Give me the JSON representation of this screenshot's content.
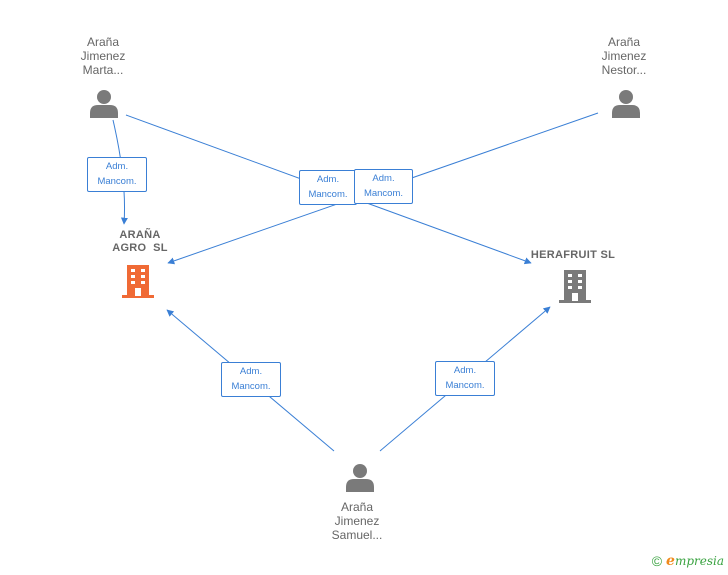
{
  "persons": [
    {
      "id": "marta",
      "lines": [
        "Araña",
        "Jimenez",
        "Marta..."
      ]
    },
    {
      "id": "nestor",
      "lines": [
        "Araña",
        "Jimenez",
        "Nestor..."
      ]
    },
    {
      "id": "samuel",
      "lines": [
        "Araña",
        "Jimenez",
        "Samuel..."
      ]
    }
  ],
  "companies": [
    {
      "id": "arana",
      "lines": [
        "ARAÑA",
        "AGRO  SL"
      ],
      "color": "#f06a35"
    },
    {
      "id": "herafruit",
      "lines": [
        "HERAFRUIT SL"
      ],
      "color": "#7a7a7a"
    }
  ],
  "relations": [
    {
      "from": "marta",
      "to": "arana",
      "lines": [
        "Adm.",
        "Mancom."
      ]
    },
    {
      "from": "marta",
      "to": "herafruit",
      "lines": [
        "Adm.",
        "Mancom."
      ]
    },
    {
      "from": "nestor",
      "to": "arana",
      "lines": [
        "Adm.",
        "Mancom."
      ]
    },
    {
      "from": "samuel",
      "to": "arana",
      "lines": [
        "Adm.",
        "Mancom."
      ]
    },
    {
      "from": "samuel",
      "to": "herafruit",
      "lines": [
        "Adm.",
        "Mancom."
      ]
    }
  ],
  "colors": {
    "edge": "#3a7fd5",
    "person_icon": "#7a7a7a"
  },
  "footer": {
    "copyright": "©",
    "brand_initial": "e",
    "brand_rest": "mpresia"
  }
}
